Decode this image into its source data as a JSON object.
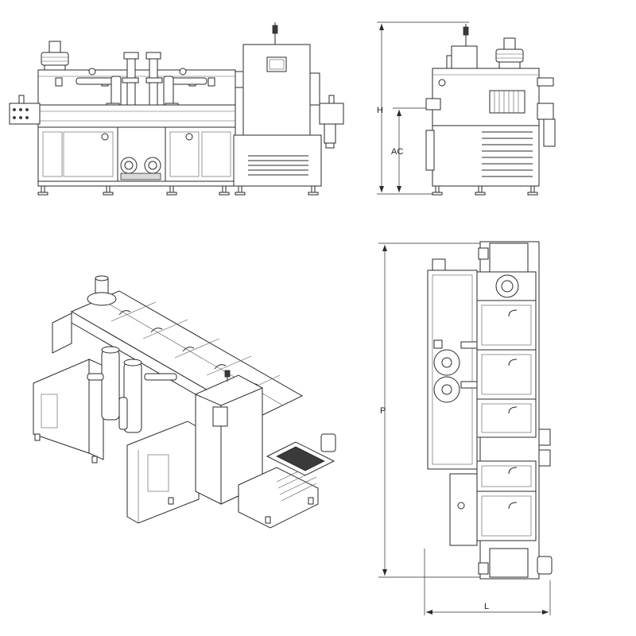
{
  "dimensions": {
    "height_label": "H",
    "conveyor_height_label": "AC",
    "depth_label": "P",
    "width_label": "L"
  },
  "colors": {
    "line": "#2a2a2a",
    "background": "#ffffff",
    "shade": "#d9d9d9"
  }
}
